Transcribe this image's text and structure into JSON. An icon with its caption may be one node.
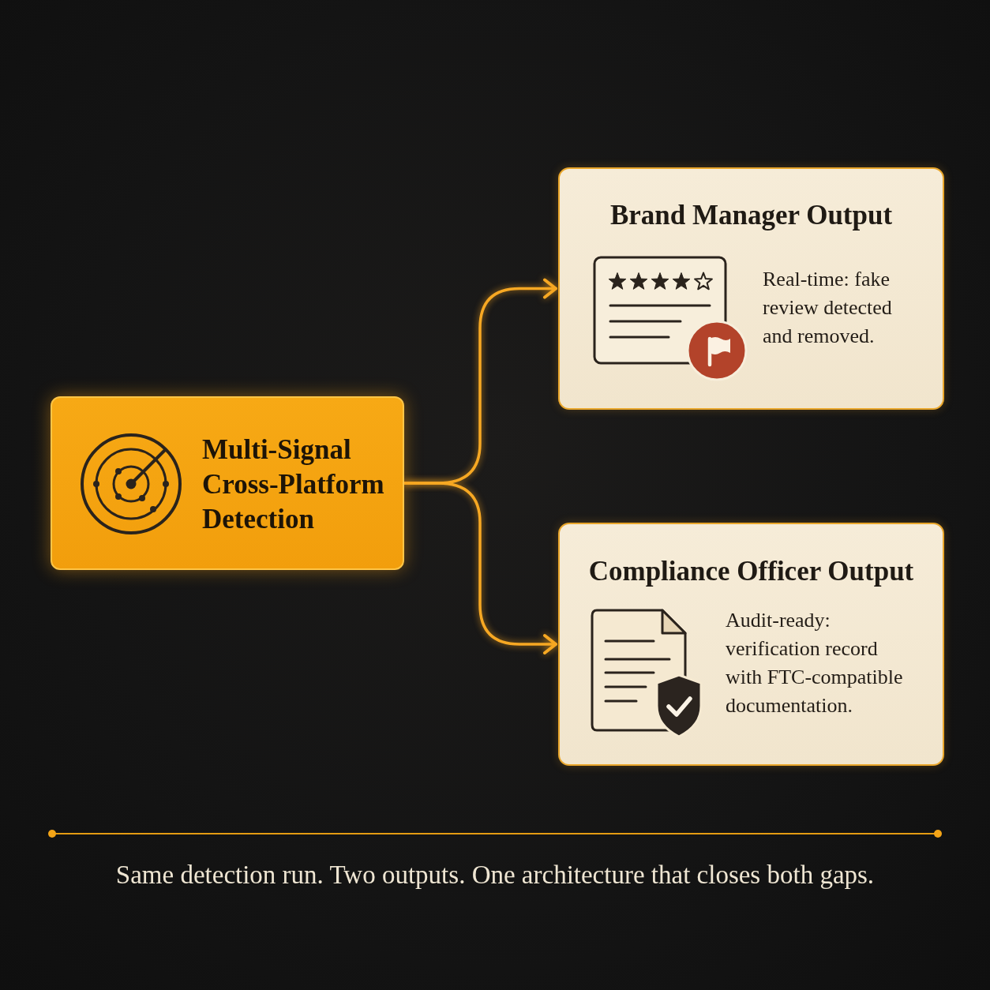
{
  "diagram": {
    "caption": "Same detection run. Two outputs. One architecture that closes both gaps.",
    "nodes": [
      {
        "text": [
          "Multi-Signal Cross-Platform Detection"
        ]
      },
      {
        "text": [
          "Brand Manager Output",
          "Real-time: fake review detected and removed."
        ]
      },
      {
        "text": [
          "Compliance Officer Output",
          "Audit-ready: verification record with FTC-compatible documentation."
        ]
      }
    ],
    "edges": [
      {
        "from": 0,
        "to": 1,
        "arrow": "to"
      },
      {
        "from": 0,
        "to": 2,
        "arrow": "to"
      }
    ]
  }
}
